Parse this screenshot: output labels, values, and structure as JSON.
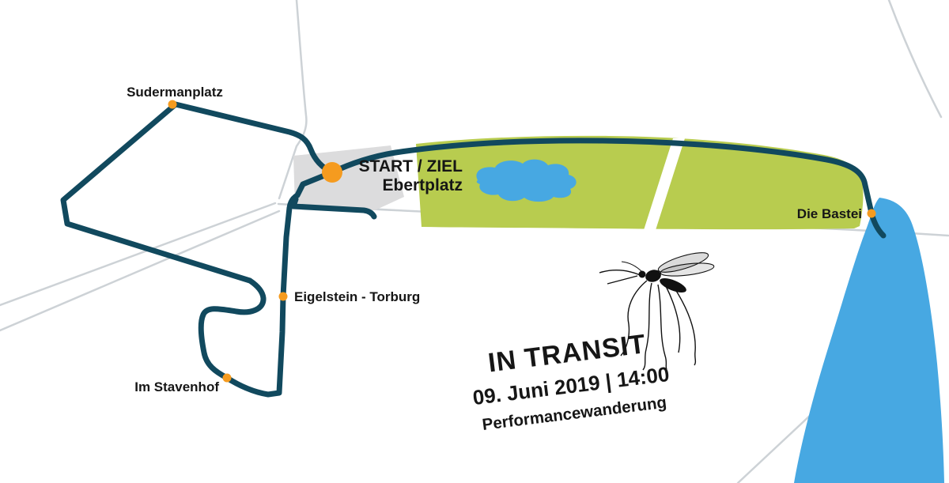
{
  "event": {
    "title": "IN TRANSIT",
    "datetime": "09. Juni 2019 | 14:00",
    "subtitle": "Performancewanderung"
  },
  "markers": {
    "sudermanplatz": {
      "label": "Sudermanplatz",
      "type": "waypoint"
    },
    "ebertplatz": {
      "label_line1": "START / ZIEL",
      "label_line2": "Ebertplatz",
      "type": "start-finish"
    },
    "eigelstein": {
      "label": "Eigelstein - Torburg",
      "type": "waypoint"
    },
    "im_stavenhof": {
      "label": "Im Stavenhof",
      "type": "waypoint"
    },
    "die_bastei": {
      "label": "Die Bastei",
      "type": "waypoint"
    }
  },
  "colors": {
    "route": "#11495e",
    "marker": "#f59b1f",
    "park": "#b8cc4f",
    "water": "#47a8e2",
    "plaza": "#dcdcdd",
    "street": "#cdd2d6",
    "label_text": "#161616",
    "background": "#ffffff"
  },
  "icons": {
    "mosquito": "mosquito-illustration"
  }
}
